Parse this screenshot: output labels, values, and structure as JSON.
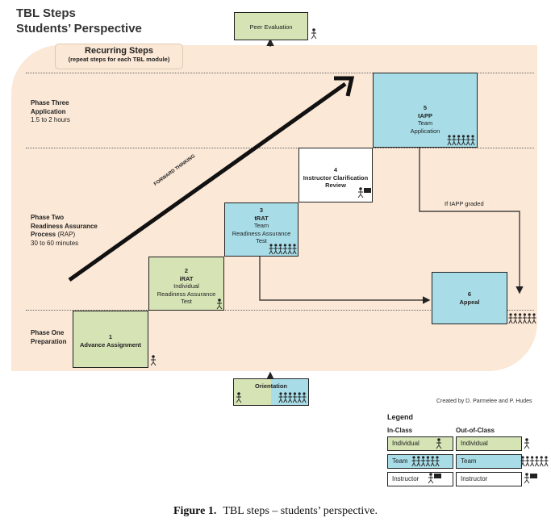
{
  "title": {
    "line1": "TBL Steps",
    "line2": "Students’ Perspective"
  },
  "recurring": {
    "title": "Recurring Steps",
    "subtitle": "(repeat steps for each TBL module)"
  },
  "phases": {
    "three": {
      "name": "Phase Three",
      "sub": "Application",
      "time": "1.5 to 2 hours"
    },
    "two": {
      "name": "Phase Two",
      "sub1": "Readiness Assurance",
      "sub2": "Process",
      "sub2_suffix": " (RAP)",
      "time": "30 to 60 minutes"
    },
    "one": {
      "name": "Phase One",
      "sub": "Preparation"
    }
  },
  "arrow_label": "FORWARD THINKING",
  "steps": {
    "s1": {
      "num": "1",
      "line1": "Advance Assignment"
    },
    "s2": {
      "num": "2",
      "abbr": "iRAT",
      "line1": "Individual",
      "line2": "Readiness Assurance",
      "line3": "Test"
    },
    "s3": {
      "num": "3",
      "abbr": "tRAT",
      "line1": "Team",
      "line2": "Readiness Assurance",
      "line3": "Test"
    },
    "s4": {
      "num": "4",
      "line1": "Instructor Clarification",
      "line2": "Review"
    },
    "s5": {
      "num": "5",
      "abbr": "tAPP",
      "line1": "Team",
      "line2": "Application"
    },
    "s6": {
      "num": "6",
      "line1": "Appeal"
    }
  },
  "peer_evaluation": "Peer Evaluation",
  "orientation": "Orientation",
  "tapp_graded": "If tAPP graded",
  "credit": "Created by  D. Parmelee and P. Hudes",
  "legend": {
    "title": "Legend",
    "in_class": "In-Class",
    "out_class": "Out-of-Class",
    "individual": "Individual",
    "team": "Team",
    "instructor": "Instructor"
  },
  "colors": {
    "green": "#d5e3b5",
    "blue": "#a8dde8",
    "panel": "#fbe8d6"
  },
  "caption": {
    "label": "Figure 1.",
    "text": "TBL steps – students’ perspective."
  }
}
